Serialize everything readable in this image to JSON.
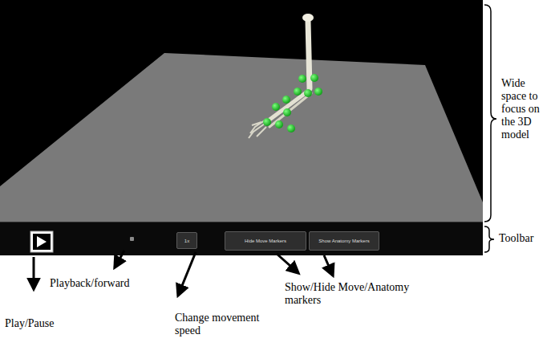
{
  "diagram": {
    "nodes": [
      {
        "text": [
          "1x"
        ]
      },
      {
        "text": [
          "Hide Move Markers"
        ]
      },
      {
        "text": [
          "Show Anatomy Markers"
        ]
      }
    ],
    "labels": [
      "Wide space to focus on the 3D model",
      "Toolbar",
      "Play/Pause",
      "Playback/forward",
      "Change movement speed",
      "Show/Hide Move/Anatomy markers"
    ]
  }
}
